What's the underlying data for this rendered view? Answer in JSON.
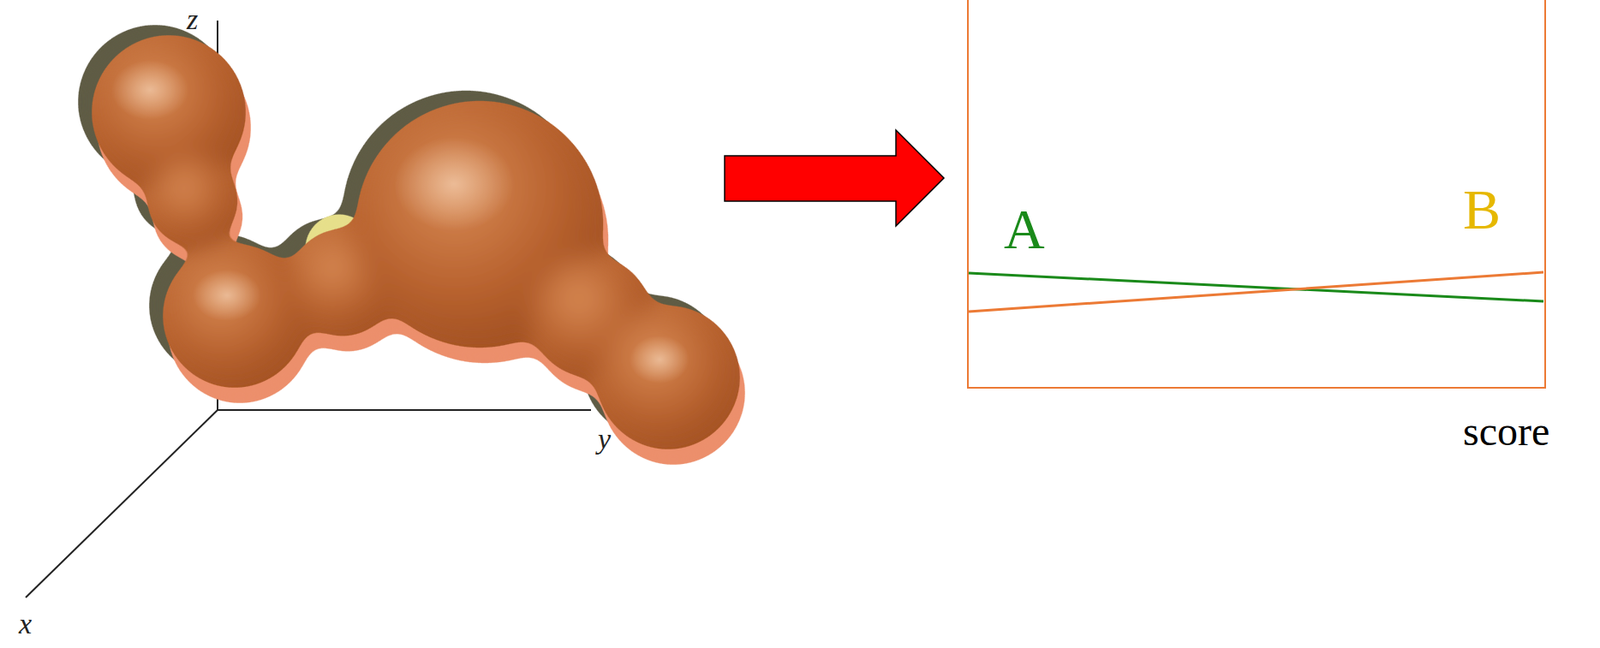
{
  "diagram": {
    "labels": [
      "z",
      "y",
      "x",
      "A",
      "B",
      "score"
    ]
  }
}
